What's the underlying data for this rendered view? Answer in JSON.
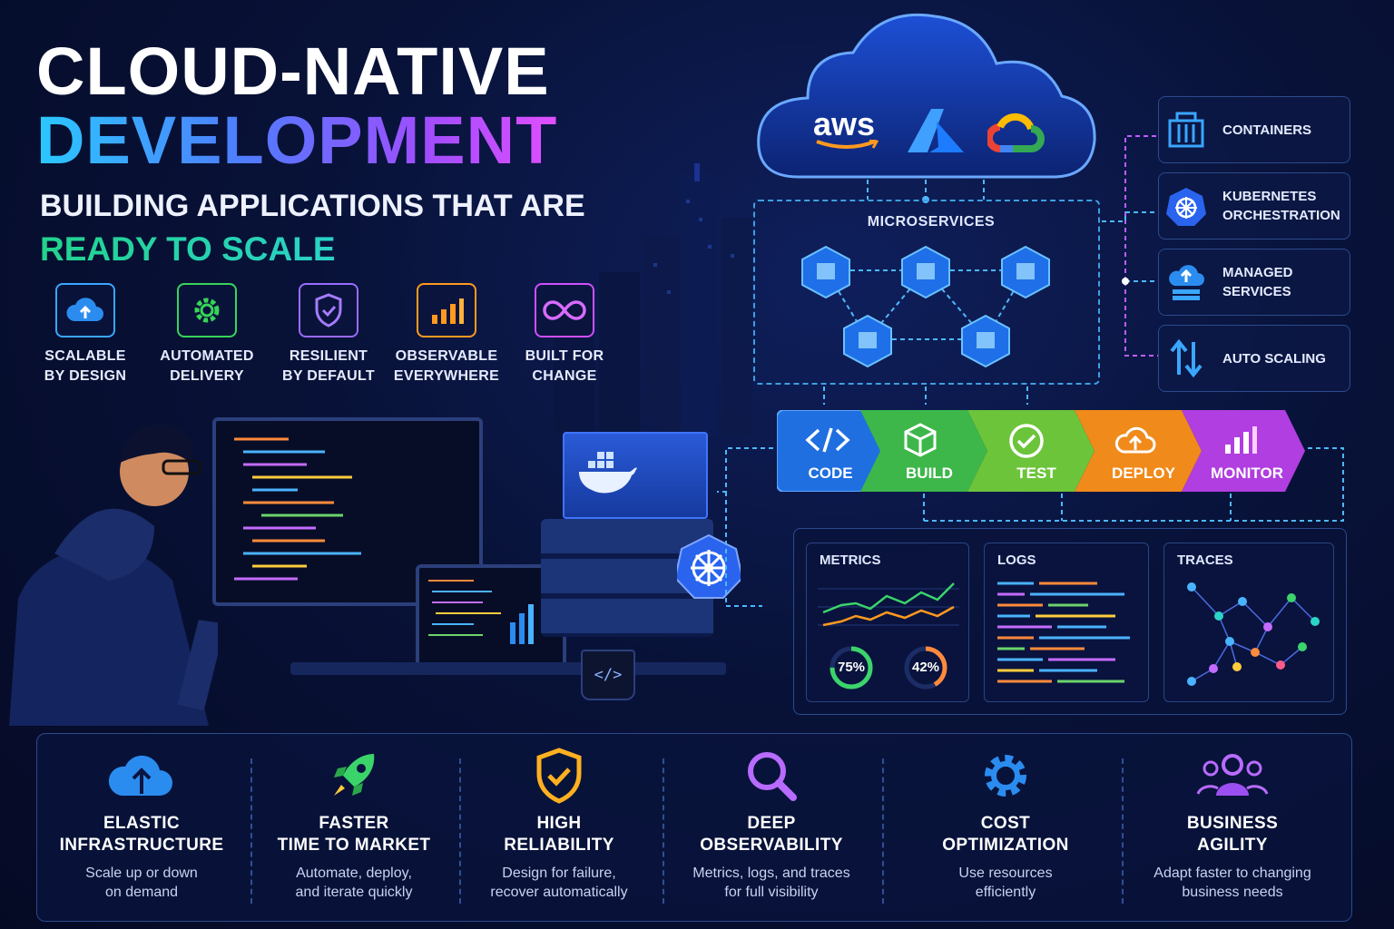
{
  "title": {
    "line1": "CLOUD-NATIVE",
    "line2": "DEVELOPMENT",
    "subtitle": "BUILDING APPLICATIONS THAT ARE",
    "tagline": "READY TO SCALE"
  },
  "features": [
    {
      "label": "SCALABLE\nBY DESIGN",
      "icon": "cloud-upload-icon",
      "color": "#3aa6ff"
    },
    {
      "label": "AUTOMATED\nDELIVERY",
      "icon": "gear-icon",
      "color": "#38d45a"
    },
    {
      "label": "RESILIENT\nBY DEFAULT",
      "icon": "shield-check-icon",
      "color": "#9b6bff"
    },
    {
      "label": "OBSERVABLE\nEVERYWHERE",
      "icon": "bar-chart-icon",
      "color": "#ff9a1f"
    },
    {
      "label": "BUILT FOR\nCHANGE",
      "icon": "infinity-icon",
      "color": "#d04fff"
    }
  ],
  "cloud": {
    "providers": [
      "aws",
      "azure",
      "google-cloud"
    ],
    "aws_label": "aws"
  },
  "microservices": {
    "title": "MICROSERVICES"
  },
  "services": [
    {
      "label": "CONTAINERS",
      "icon": "container-icon"
    },
    {
      "label": "KUBERNETES\nORCHESTRATION",
      "icon": "kubernetes-icon"
    },
    {
      "label": "MANAGED\nSERVICES",
      "icon": "managed-cloud-icon"
    },
    {
      "label": "AUTO SCALING",
      "icon": "auto-scale-arrows-icon"
    }
  ],
  "pipeline": [
    {
      "label": "CODE",
      "icon": "code-icon",
      "color": "#1f6fe0"
    },
    {
      "label": "BUILD",
      "icon": "box-icon",
      "color": "#3db74a"
    },
    {
      "label": "TEST",
      "icon": "check-circle-icon",
      "color": "#6cc43a"
    },
    {
      "label": "DEPLOY",
      "icon": "cloud-upload-icon",
      "color": "#f08a1a"
    },
    {
      "label": "MONITOR",
      "icon": "bar-chart-icon",
      "color": "#b03ee0"
    }
  ],
  "observability": {
    "metrics": {
      "title": "METRICS",
      "gauge1": "75%",
      "gauge2": "42%",
      "gauge1_value": 0.75,
      "gauge2_value": 0.42
    },
    "logs": {
      "title": "LOGS"
    },
    "traces": {
      "title": "TRACES"
    }
  },
  "benefits": [
    {
      "title": "ELASTIC\nINFRASTRUCTURE",
      "desc": "Scale up or down\non demand",
      "icon": "cloud-upload-icon"
    },
    {
      "title": "FASTER\nTIME TO MARKET",
      "desc": "Automate, deploy,\nand iterate quickly",
      "icon": "rocket-icon"
    },
    {
      "title": "HIGH\nRELIABILITY",
      "desc": "Design for failure,\nrecover automatically",
      "icon": "shield-check-icon"
    },
    {
      "title": "DEEP\nOBSERVABILITY",
      "desc": "Metrics, logs, and traces\nfor full visibility",
      "icon": "magnifier-icon"
    },
    {
      "title": "COST\nOPTIMIZATION",
      "desc": "Use resources\nefficiently",
      "icon": "gear-icon"
    },
    {
      "title": "BUSINESS\nAGILITY",
      "desc": "Adapt faster to changing\nbusiness needs",
      "icon": "team-icon"
    }
  ]
}
